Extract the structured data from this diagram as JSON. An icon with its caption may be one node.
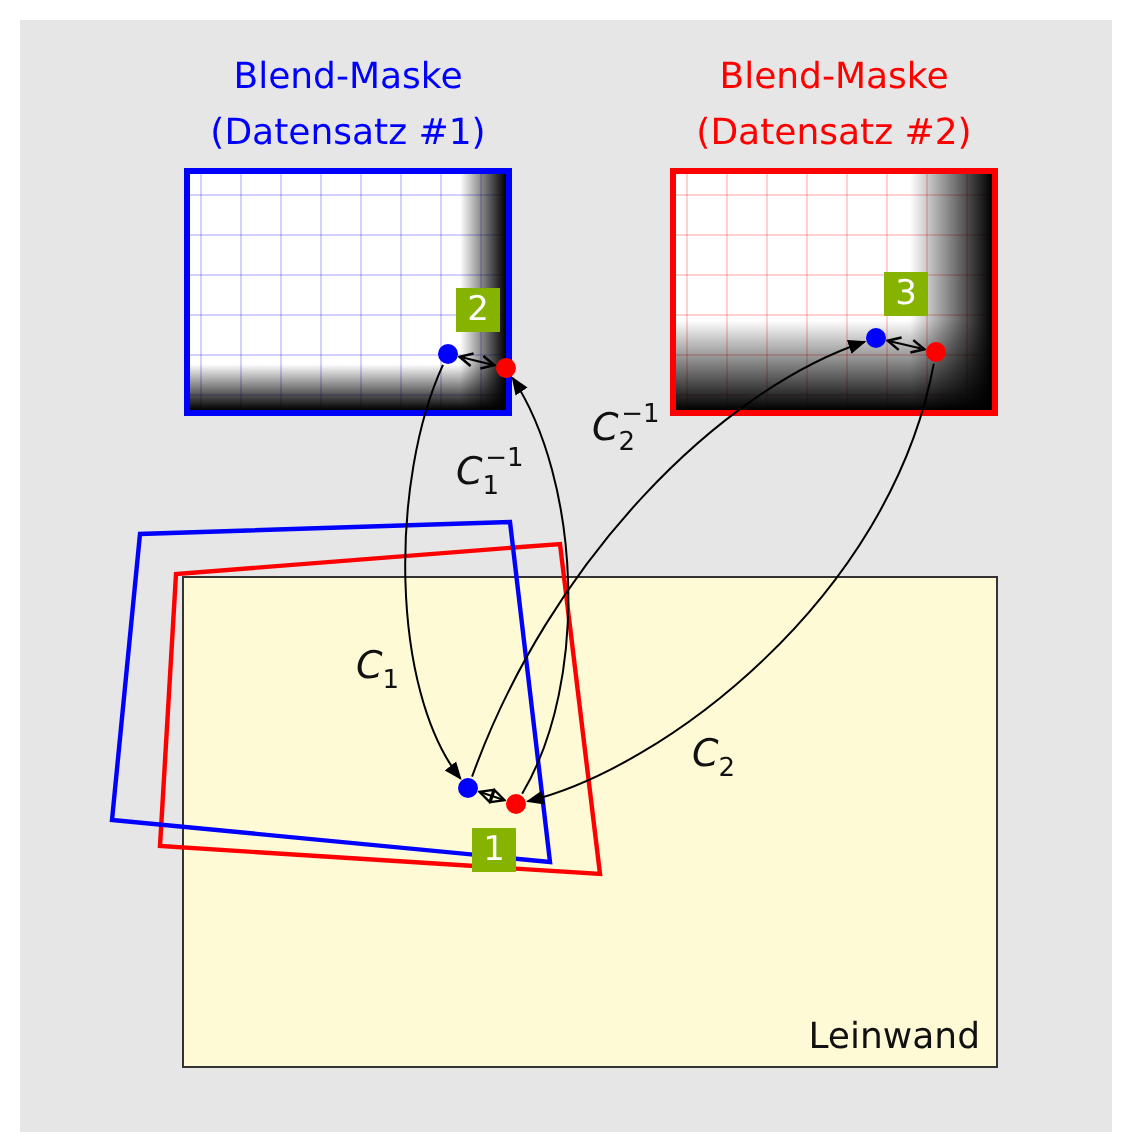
{
  "diagram": {
    "nodes": [
      {
        "text": [
          "Blend-Maske (Datensatz #1)"
        ]
      },
      {
        "text": [
          "2"
        ],
        "in": 0
      },
      {
        "text": [],
        "shape": "circle",
        "in": 0
      },
      {
        "text": [],
        "shape": "circle",
        "in": 0
      },
      {
        "text": [
          "Blend-Maske (Datensatz #2)"
        ]
      },
      {
        "text": [
          "3"
        ],
        "in": 4
      },
      {
        "text": [],
        "shape": "circle",
        "in": 4
      },
      {
        "text": [],
        "shape": "circle",
        "in": 4
      },
      {
        "text": [
          "Leinwand"
        ]
      },
      {
        "text": [
          "1"
        ],
        "in": 8
      },
      {
        "text": [],
        "shape": "circle",
        "in": 8
      },
      {
        "text": [],
        "shape": "circle",
        "in": 8
      }
    ],
    "edges": [
      {
        "from": 2,
        "to": 10,
        "arrow": "to",
        "label": "C$_{1}$"
      },
      {
        "from": 11,
        "to": 3,
        "arrow": "to",
        "label": "C$_{1}$$^{−1}$"
      },
      {
        "from": 10,
        "to": 6,
        "arrow": "to",
        "label": "C$_{2}$$^{−1}$"
      },
      {
        "from": 7,
        "to": 11,
        "arrow": "to",
        "label": "C$_{2}$"
      },
      {
        "from": 2,
        "to": 3,
        "arrow": "both"
      },
      {
        "from": 6,
        "to": 7,
        "arrow": "both"
      },
      {
        "from": 10,
        "to": 11,
        "arrow": "both"
      }
    ]
  }
}
